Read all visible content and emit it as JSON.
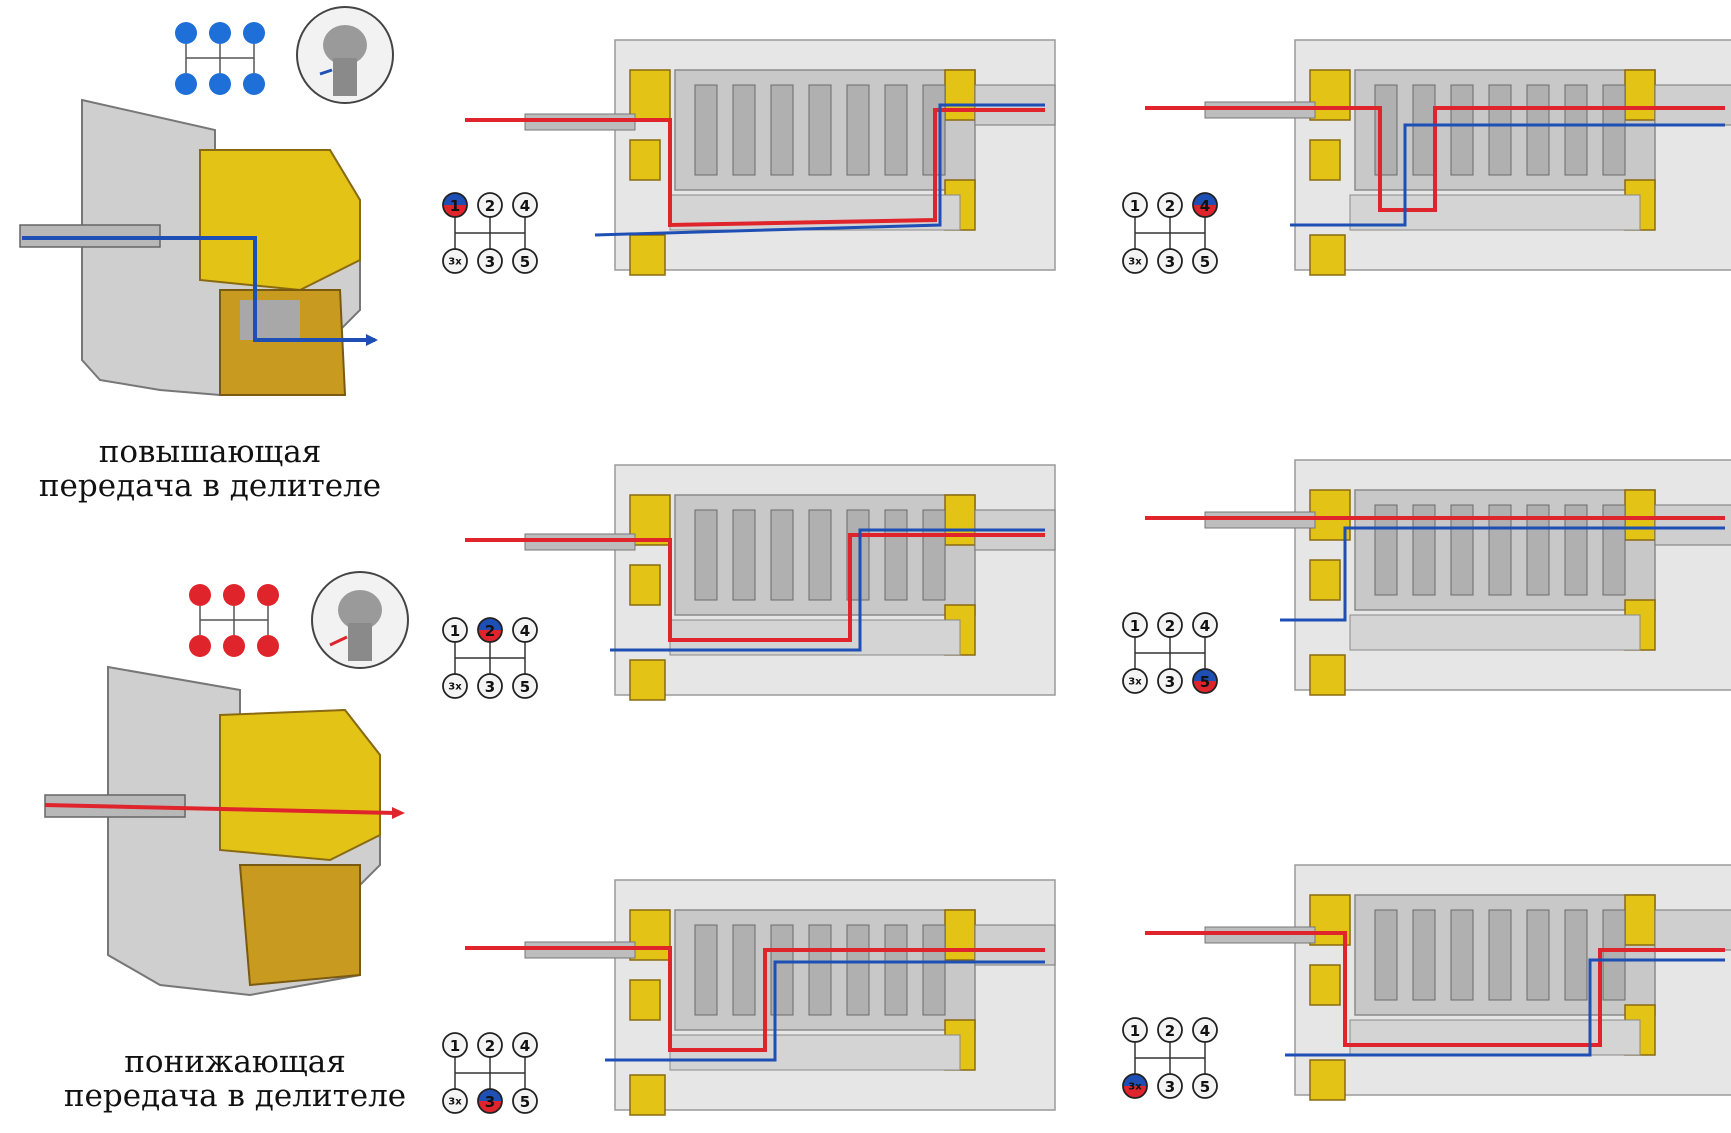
{
  "captions": {
    "upshift": [
      "повышающая",
      "передача в делителе"
    ],
    "downshift": [
      "понижающая",
      "передача в делителе"
    ]
  },
  "colors": {
    "blue": "#1e4fb4",
    "red": "#e0242c",
    "housing": "#e2c316",
    "housing_dark": "#b58a10",
    "metal": "#c8c8c8",
    "metal_dark": "#8a8a8a"
  },
  "splitter_panels": [
    {
      "name": "splitter-high",
      "mode_color": "blue"
    },
    {
      "name": "splitter-low",
      "mode_color": "red"
    }
  ],
  "shift_patterns": [
    {
      "name": "gear-1-diagram",
      "labels": [
        "1",
        "2",
        "4",
        "3x",
        "3",
        "5"
      ],
      "selected": "1"
    },
    {
      "name": "gear-2-diagram",
      "labels": [
        "1",
        "2",
        "4",
        "3x",
        "3",
        "5"
      ],
      "selected": "2"
    },
    {
      "name": "gear-3-diagram",
      "labels": [
        "1",
        "2",
        "4",
        "3x",
        "3",
        "5"
      ],
      "selected": "3"
    },
    {
      "name": "gear-4-diagram",
      "labels": [
        "1",
        "2",
        "4",
        "3x",
        "3",
        "5"
      ],
      "selected": "4"
    },
    {
      "name": "gear-5-diagram",
      "labels": [
        "1",
        "2",
        "4",
        "3x",
        "3",
        "5"
      ],
      "selected": "5"
    },
    {
      "name": "gear-reverse-diagram",
      "labels": [
        "1",
        "2",
        "4",
        "3x",
        "3",
        "5"
      ],
      "selected": "3x"
    }
  ]
}
